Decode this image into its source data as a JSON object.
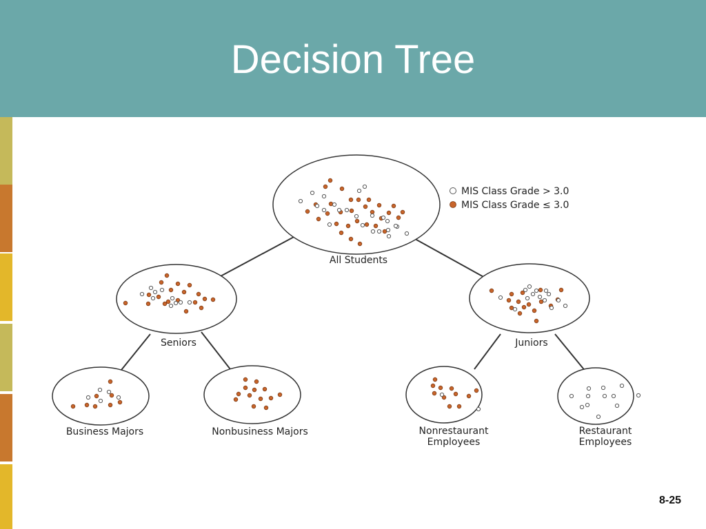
{
  "slide": {
    "title": "Decision Tree",
    "page_number": "8-25"
  },
  "colors": {
    "header": "#6ba8a9",
    "high_grade_dot": "#ffffff",
    "low_grade_dot": "#c8642a",
    "sidebar": [
      "#c5b95a",
      "#c8782e",
      "#e3b72a",
      "#c5b95a",
      "#c8782e",
      "#e3b72a"
    ]
  },
  "legend": {
    "high": "MIS Class Grade > 3.0",
    "low": "MIS Class Grade ≤ 3.0"
  },
  "nodes": {
    "all_students": {
      "label": "All Students"
    },
    "seniors": {
      "label": "Seniors"
    },
    "juniors": {
      "label": "Juniors"
    },
    "business_majors": {
      "label": "Business Majors"
    },
    "nonbusiness_majors": {
      "label": "Nonbusiness Majors"
    },
    "nonrestaurant_employees": {
      "label_line1": "Nonrestaurant",
      "label_line2": "Employees"
    },
    "restaurant_employees": {
      "label_line1": "Restaurant",
      "label_line2": "Employees"
    }
  }
}
